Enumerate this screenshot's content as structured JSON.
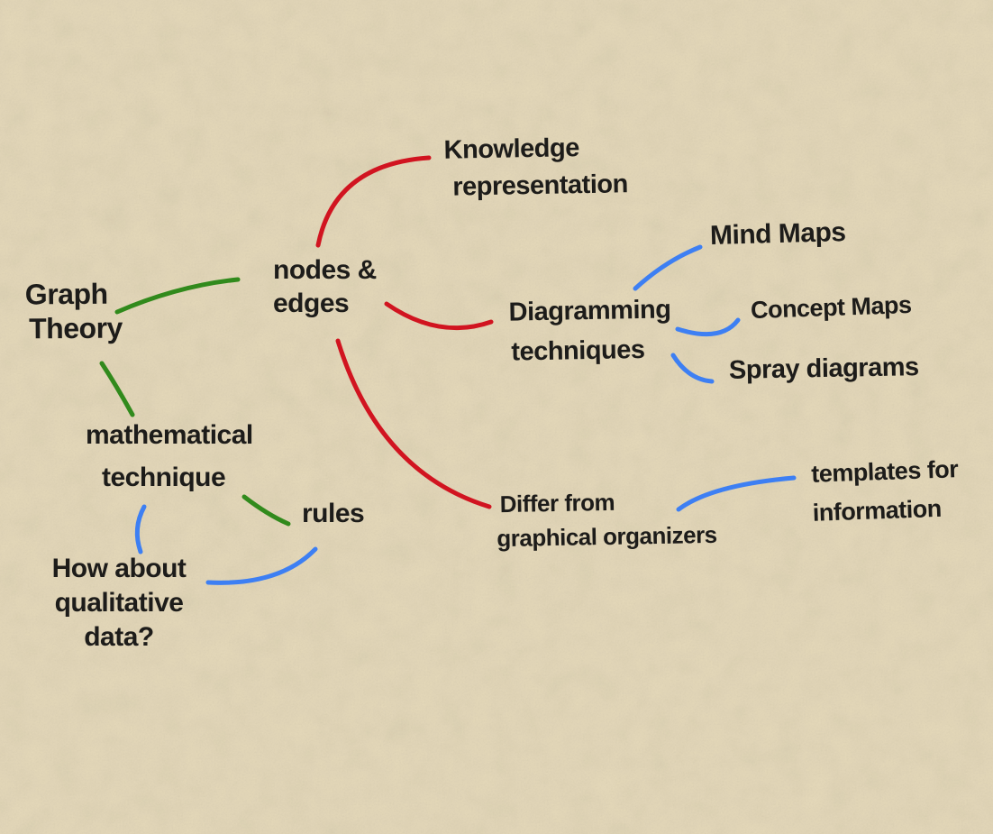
{
  "canvas": {
    "background": "#e5d9ba",
    "description": "hand-drawn mind map on textured paper"
  },
  "palette": {
    "ink": "#1d1c1a",
    "red": "#d11420",
    "green": "#318a1c",
    "blue": "#3d7ff3"
  },
  "nodes": [
    {
      "id": "graph-theory",
      "lines": [
        "Graph",
        "Theory"
      ]
    },
    {
      "id": "nodes-edges",
      "lines": [
        "nodes &",
        "edges"
      ]
    },
    {
      "id": "knowledge-representation",
      "lines": [
        "Knowledge",
        "representation"
      ]
    },
    {
      "id": "mind-maps",
      "lines": [
        "Mind Maps"
      ]
    },
    {
      "id": "diagramming-techniques",
      "lines": [
        "Diagramming",
        "techniques"
      ]
    },
    {
      "id": "concept-maps",
      "lines": [
        "Concept Maps"
      ]
    },
    {
      "id": "spray-diagrams",
      "lines": [
        "Spray diagrams"
      ]
    },
    {
      "id": "mathematical-technique",
      "lines": [
        "mathematical",
        "technique"
      ]
    },
    {
      "id": "rules",
      "lines": [
        "rules"
      ]
    },
    {
      "id": "how-about-qualitative-data",
      "lines": [
        "How about",
        "qualitative",
        "data?"
      ]
    },
    {
      "id": "differ-from-graphical-organizers",
      "lines": [
        "Differ from",
        "graphical organizers"
      ]
    },
    {
      "id": "templates-for-information",
      "lines": [
        "templates for",
        "information"
      ]
    }
  ],
  "edges": [
    {
      "from": "graph-theory",
      "to": "nodes-edges",
      "color": "green"
    },
    {
      "from": "graph-theory",
      "to": "mathematical-technique",
      "color": "green"
    },
    {
      "from": "mathematical-technique",
      "to": "rules",
      "color": "green"
    },
    {
      "from": "mathematical-technique",
      "to": "how-about-qualitative-data",
      "color": "blue"
    },
    {
      "from": "how-about-qualitative-data",
      "to": "rules",
      "color": "blue"
    },
    {
      "from": "nodes-edges",
      "to": "knowledge-representation",
      "color": "red"
    },
    {
      "from": "nodes-edges",
      "to": "diagramming-techniques",
      "color": "red"
    },
    {
      "from": "nodes-edges",
      "to": "differ-from-graphical-organizers",
      "color": "red"
    },
    {
      "from": "diagramming-techniques",
      "to": "mind-maps",
      "color": "blue"
    },
    {
      "from": "diagramming-techniques",
      "to": "concept-maps",
      "color": "blue"
    },
    {
      "from": "diagramming-techniques",
      "to": "spray-diagrams",
      "color": "blue"
    },
    {
      "from": "differ-from-graphical-organizers",
      "to": "templates-for-information",
      "color": "blue"
    }
  ]
}
